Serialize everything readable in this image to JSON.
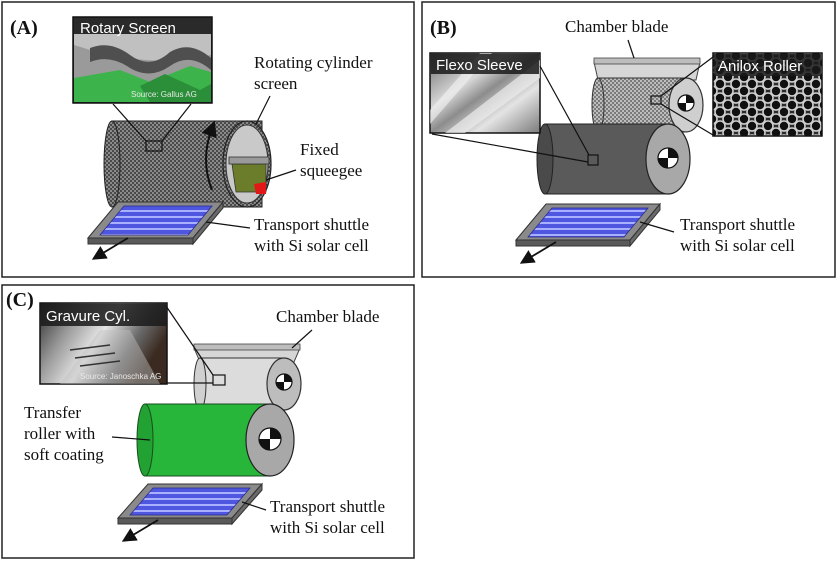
{
  "panels": {
    "a": {
      "tag": "(A)",
      "inset_title": "Rotary Screen",
      "inset_source": "Source: Gallus AG",
      "label_cylinder_1": "Rotating cylinder",
      "label_cylinder_2": "screen",
      "label_squeegee_1": "Fixed",
      "label_squeegee_2": "squeegee",
      "label_shuttle_1": "Transport shuttle",
      "label_shuttle_2": "with Si solar cell"
    },
    "b": {
      "tag": "(B)",
      "label_blade": "Chamber blade",
      "inset_flexo_title": "Flexo Sleeve",
      "inset_anilox_title": "Anilox Roller",
      "label_shuttle_1": "Transport shuttle",
      "label_shuttle_2": "with Si solar cell"
    },
    "c": {
      "tag": "(C)",
      "inset_title": "Gravure Cyl.",
      "inset_source": "Source: Janoschka AG",
      "label_blade": "Chamber blade",
      "label_transfer_1": "Transfer",
      "label_transfer_2": "roller with",
      "label_transfer_3": "soft coating",
      "label_shuttle_1": "Transport shuttle",
      "label_shuttle_2": "with Si solar cell"
    }
  },
  "colors": {
    "screen_cylinder": "#5a5a5a",
    "flexo_cylinder": "#555555",
    "anilox_cylinder": "#a8a8a8",
    "gravure_cylinder": "#dcdcdc",
    "transfer_roller": "#27b53a",
    "solar_cell": "#5a62e8",
    "squeegee": "#6b7d2a",
    "squeegee_tip": "#e01818"
  }
}
